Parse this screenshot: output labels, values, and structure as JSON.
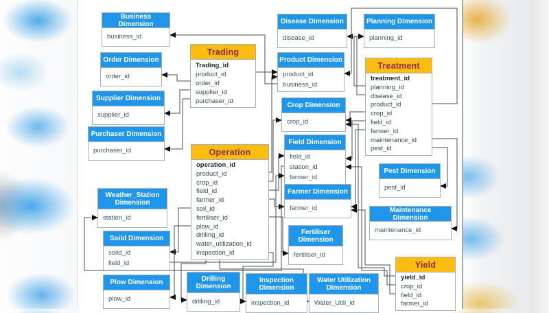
{
  "diagram": {
    "title_implicit": "Agriculture data-warehouse star schema",
    "tables": [
      {
        "id": "business",
        "kind": "dimension",
        "title": "Business Dimension",
        "columns": [
          "business_id"
        ]
      },
      {
        "id": "order",
        "kind": "dimension",
        "title": "Order Dimension",
        "columns": [
          "order_id"
        ]
      },
      {
        "id": "supplier",
        "kind": "dimension",
        "title": "Supplier Dimension",
        "columns": [
          "supplier_id"
        ]
      },
      {
        "id": "purchaser",
        "kind": "dimension",
        "title": "Purchaser Dimension",
        "columns": [
          "purchaser_id"
        ]
      },
      {
        "id": "weather",
        "kind": "dimension",
        "title": "Weather_Station Dimension",
        "columns": [
          "station_id"
        ]
      },
      {
        "id": "soild",
        "kind": "dimension",
        "title": "Soild Dimension",
        "columns": [
          "soild_id",
          "field_id"
        ]
      },
      {
        "id": "plow",
        "kind": "dimension",
        "title": "Plow Dimension",
        "columns": [
          "plow_id"
        ]
      },
      {
        "id": "trading",
        "kind": "fact",
        "title": "Trading",
        "columns": [
          "Trading_id",
          "product_id",
          "order_id",
          "supplier_id",
          "purchaser_id"
        ]
      },
      {
        "id": "operation",
        "kind": "fact",
        "title": "Operation",
        "columns": [
          "operation_id",
          "product_id",
          "crop_id",
          "field_id",
          "farmer_id",
          "soil_id",
          "fertiliser_id",
          "plow_id",
          "drilling_id",
          "water_utilization_id",
          "inspection_id"
        ]
      },
      {
        "id": "drilling",
        "kind": "dimension",
        "title": "Drilling Dimension",
        "columns": [
          "drilling_id"
        ]
      },
      {
        "id": "inspection",
        "kind": "dimension",
        "title": "Inspection Dimension",
        "columns": [
          "inspection_id"
        ]
      },
      {
        "id": "water",
        "kind": "dimension",
        "title": "Water Utilization Dimension",
        "columns": [
          "Water_Utili_id"
        ]
      },
      {
        "id": "disease",
        "kind": "dimension",
        "title": "Disease Dimension",
        "columns": [
          "disease_id"
        ]
      },
      {
        "id": "product",
        "kind": "dimension",
        "title": "Product Dimension",
        "columns": [
          "product_id",
          "business_id"
        ]
      },
      {
        "id": "crop",
        "kind": "dimension",
        "title": "Crop Dimension",
        "columns": [
          "crop_id"
        ]
      },
      {
        "id": "field",
        "kind": "dimension",
        "title": "Field Dimension",
        "columns": [
          "field_id",
          "station_id",
          "farmer_id"
        ]
      },
      {
        "id": "farmer",
        "kind": "dimension",
        "title": "Farmer Dimension",
        "columns": [
          "farmer_id"
        ]
      },
      {
        "id": "fertiliser",
        "kind": "dimension",
        "title": "Fertiliser Dimension",
        "columns": [
          "fertiliser_id"
        ]
      },
      {
        "id": "planning",
        "kind": "dimension",
        "title": "Planning Dimension",
        "columns": [
          "planning_id"
        ]
      },
      {
        "id": "treatment",
        "kind": "fact",
        "title": "Treatment",
        "columns": [
          "treatment_id",
          "planning_id",
          "disease_id",
          "product_id",
          "crop_id",
          "field_id",
          "farmer_id",
          "maintenance_id",
          "pest_id"
        ]
      },
      {
        "id": "pest",
        "kind": "dimension",
        "title": "Pest Dimension",
        "columns": [
          "pest_id"
        ]
      },
      {
        "id": "maintenance",
        "kind": "dimension",
        "title": "Maintenance Dimension",
        "columns": [
          "maintenance_id"
        ]
      },
      {
        "id": "yield",
        "kind": "fact",
        "title": "Yield",
        "columns": [
          "yield_id",
          "crop_id",
          "field_id",
          "farmer_id"
        ]
      }
    ]
  },
  "colors": {
    "dimension_header": "#2096ea",
    "fact_header": "#fdbd10",
    "fact_title_text": "#8e2a50",
    "dimension_title_text": "#ffffff",
    "connector_line": "#4a4f53",
    "box_border": "#a7b0b7"
  }
}
